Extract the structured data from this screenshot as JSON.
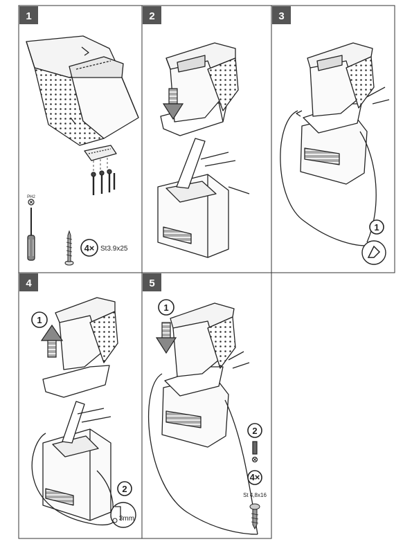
{
  "panels": [
    {
      "number": "1"
    },
    {
      "number": "2"
    },
    {
      "number": "3",
      "callout": "1"
    },
    {
      "number": "4",
      "callout_1": "1",
      "callout_2": "2",
      "drill_size": "3mm"
    },
    {
      "number": "5",
      "callout_1": "1",
      "callout_2": "2",
      "screw_qty": "4×",
      "screw_spec": "St 4,8x16"
    }
  ],
  "tools": {
    "screwdriver_tip": "PH2",
    "screw_qty": "4×",
    "screw_spec": "St3.9x25"
  },
  "colors": {
    "label_bg": "#555555",
    "line": "#222222",
    "frame": "#333333",
    "arrow_fill": "#888888"
  }
}
